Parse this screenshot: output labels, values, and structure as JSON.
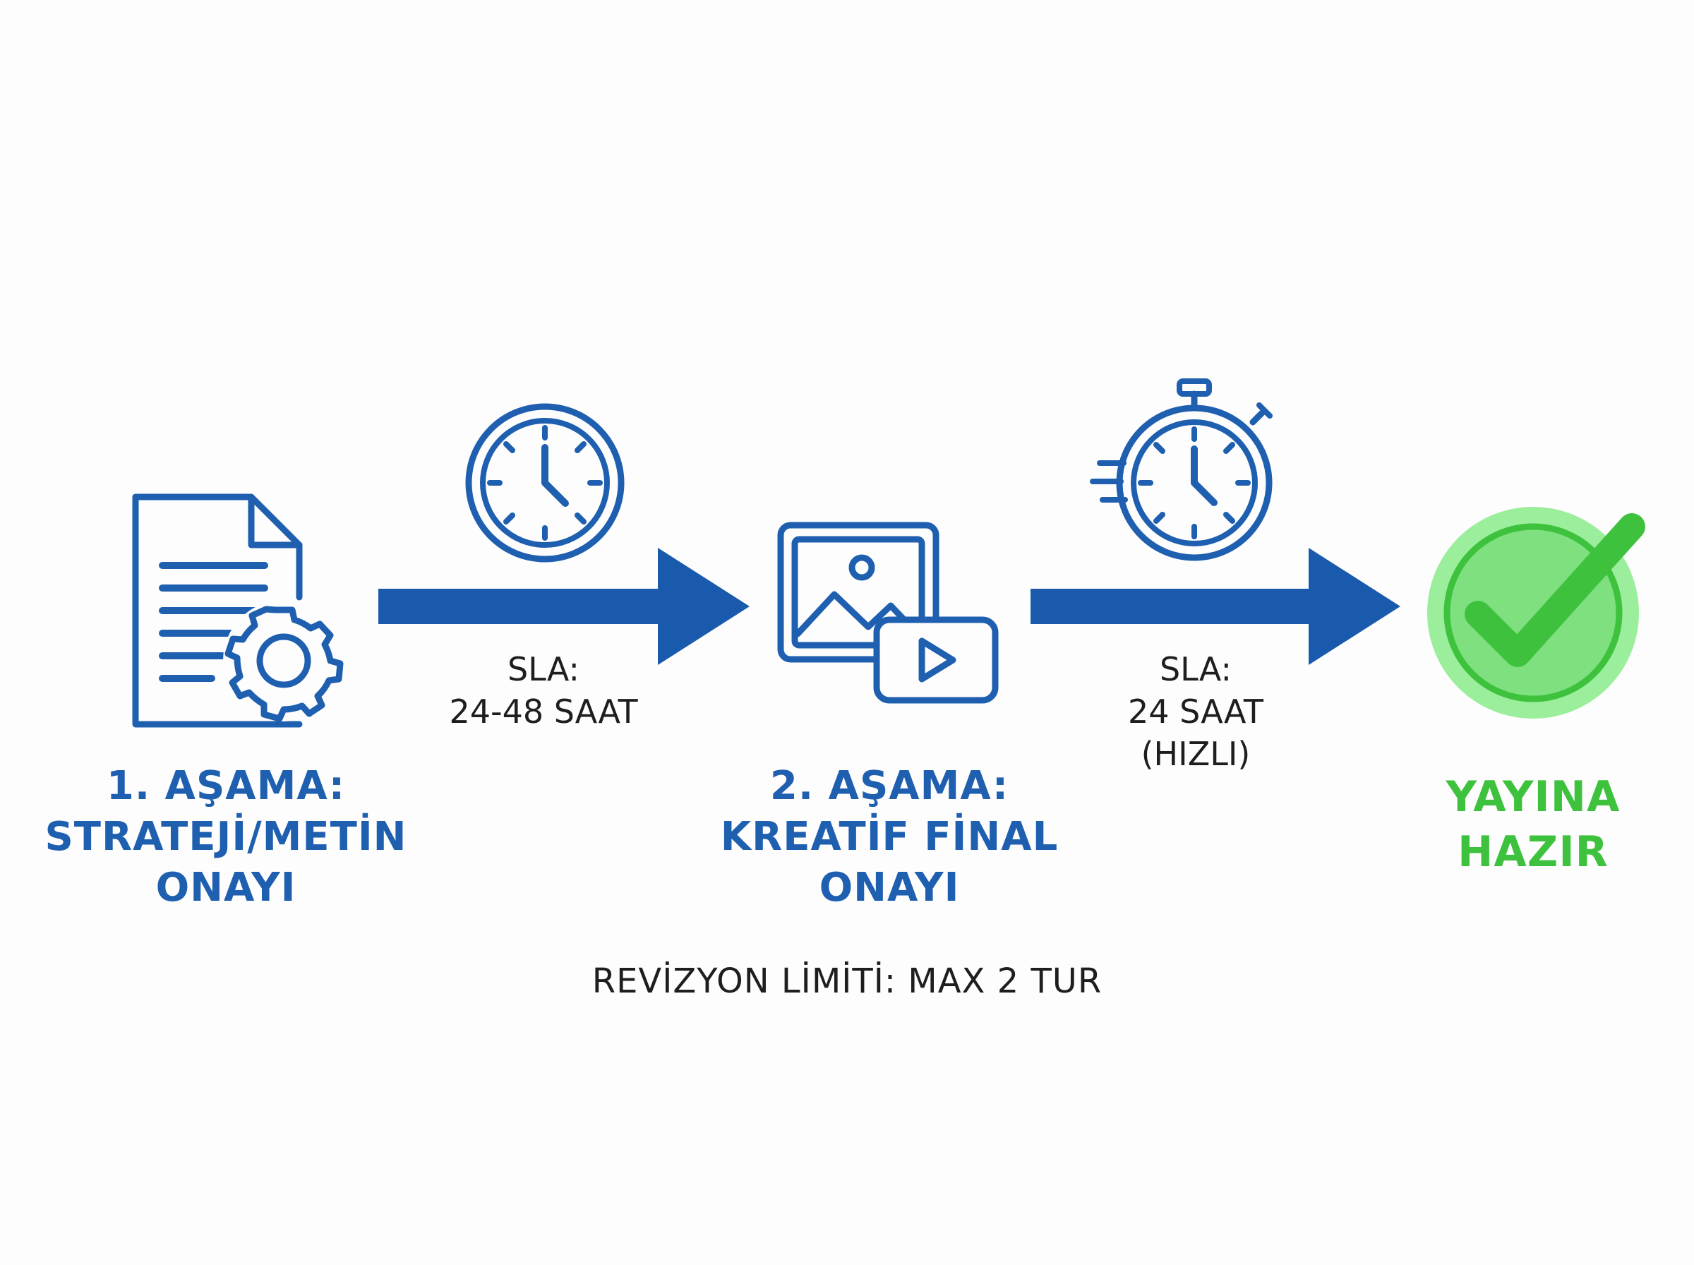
{
  "colors": {
    "primary_blue": "#1f5fb0",
    "arrow_blue": "#1a5aad",
    "success_green": "#3ec23e",
    "text_dark": "#1e1e1e",
    "background": "#fdfdfd"
  },
  "stages": [
    {
      "icon": "document-gear-icon",
      "title_lines": [
        "1. AŞAMA:",
        "STRATEJİ/METİN",
        "ONAYI"
      ]
    },
    {
      "icon": "image-video-icon",
      "title_lines": [
        "2. AŞAMA:",
        "KREATİF FİNAL",
        "ONAYI"
      ]
    }
  ],
  "transitions": [
    {
      "icon": "clock-icon",
      "sla_lines": [
        "SLA:",
        "24-48 SAAT"
      ]
    },
    {
      "icon": "stopwatch-fast-icon",
      "sla_lines": [
        "SLA:",
        "24 SAAT",
        "(HIZLI)"
      ]
    }
  ],
  "final": {
    "icon": "checkmark-circle-icon",
    "title_lines": [
      "YAYINA",
      "HAZIR"
    ]
  },
  "footer": {
    "revision_note": "REVİZYON LİMİTİ: MAX 2 TUR"
  }
}
